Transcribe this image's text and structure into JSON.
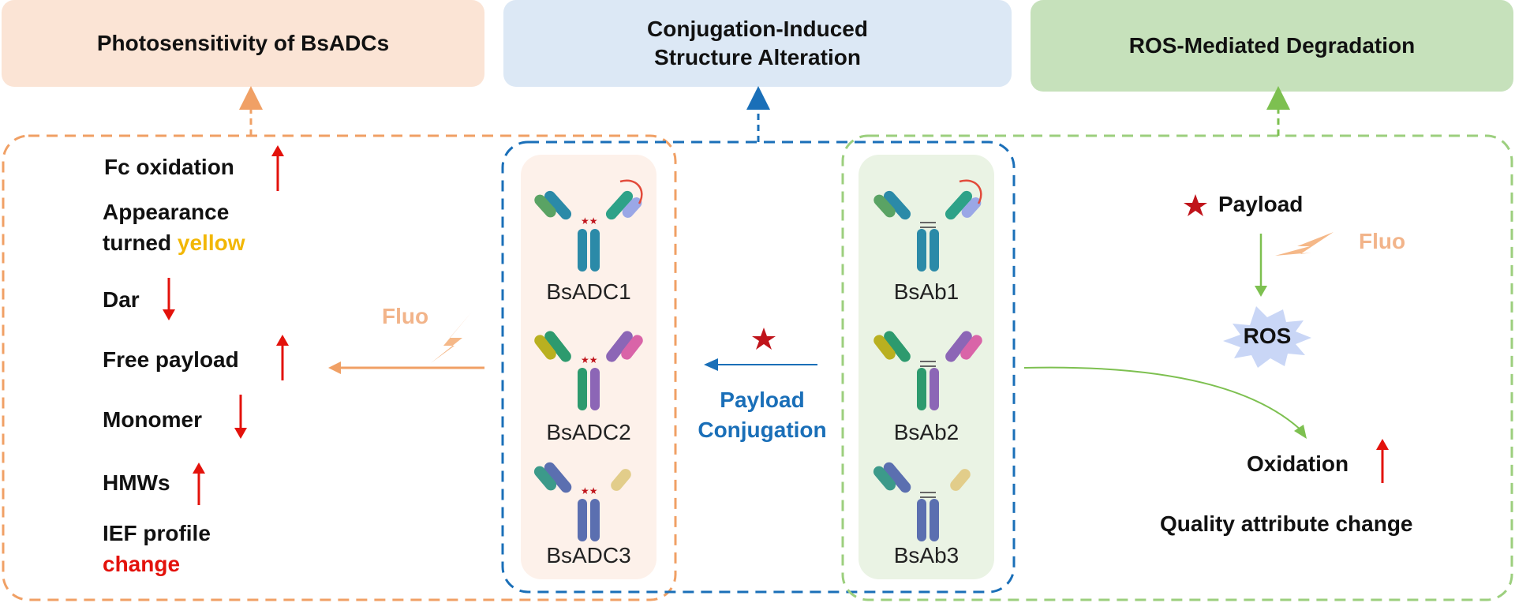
{
  "headers": {
    "left": "Photosensitivity of BsADCs",
    "middle_line1": "Conjugation-Induced",
    "middle_line2": "Structure Alteration",
    "right": "ROS-Mediated Degradation"
  },
  "left_panel": {
    "fc_oxidation": "Fc oxidation",
    "appearance_line1": "Appearance",
    "appearance_line2_prefix": "turned",
    "appearance_line2_highlight": "yellow",
    "dar": "Dar",
    "free_payload": "Free payload",
    "monomer": "Monomer",
    "hmws": "HMWs",
    "ief_line1": "IEF profile",
    "ief_line2": "change",
    "fluo": "Fluo"
  },
  "bsadcs": [
    "BsADC1",
    "BsADC2",
    "BsADC3"
  ],
  "bsabs": [
    "BsAb1",
    "BsAb2",
    "BsAb3"
  ],
  "conjugation": {
    "line1": "Payload",
    "line2": "Conjugation"
  },
  "right_panel": {
    "payload": "Payload",
    "fluo": "Fluo",
    "ros": "ROS",
    "oxidation": "Oxidation",
    "quality_change": "Quality attribute change"
  },
  "colors": {
    "orange_frame": "#f0a065",
    "blue_frame": "#1a6fb8",
    "green_frame": "#9ccf7e",
    "red_arrow": "#e3120b",
    "star": "#c0141b"
  },
  "trends": {
    "fc_oxidation": "up",
    "dar": "down",
    "free_payload": "up",
    "monomer": "down",
    "hmws": "up",
    "oxidation": "up"
  }
}
